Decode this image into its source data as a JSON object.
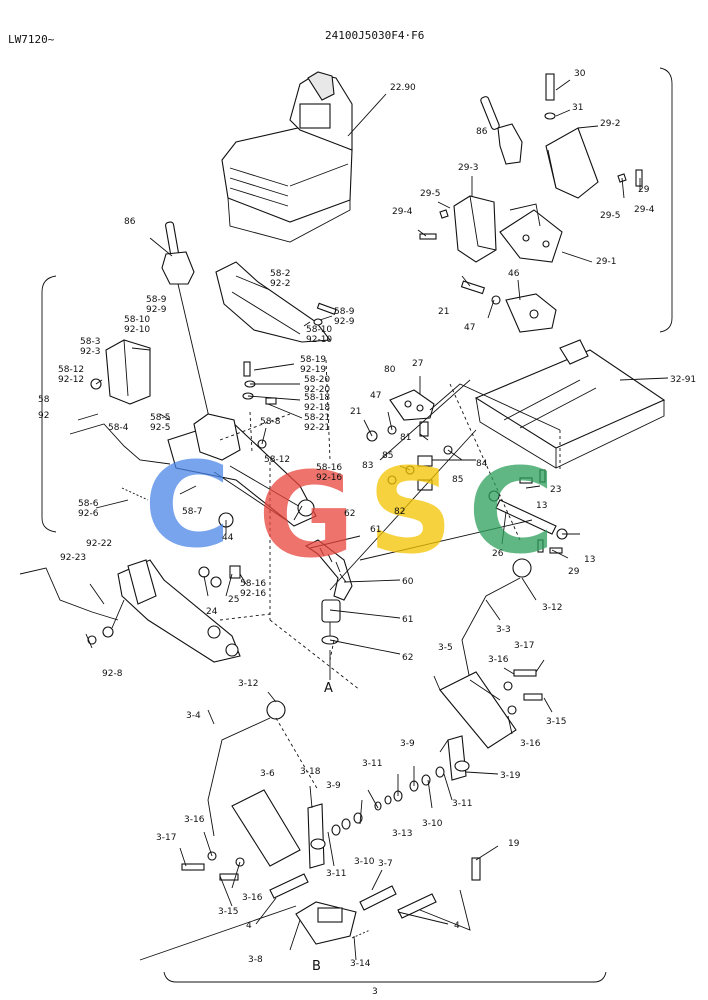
{
  "header": {
    "model": "LW7120~",
    "drawing_no": "24100J5030F4·F6"
  },
  "watermark": {
    "letters": [
      "C",
      "G",
      "S",
      "C"
    ],
    "colors": [
      "#4a86e8",
      "#e8453c",
      "#f5c400",
      "#2da05a"
    ]
  },
  "callouts": {
    "seat": "22.90",
    "lever_right": "86",
    "bolt_30": "30",
    "washer_31": "31",
    "cover_29_2": "29-2",
    "cover_29_3": "29-3",
    "screw_29_5a": "29-5",
    "screw_29_5b": "29-5",
    "bolt_29_4a": "29-4",
    "bolt_29_4b": "29-4",
    "group_29": "29",
    "plate_29_1": "29-1",
    "bolt_21a": "21",
    "washer_47a": "47",
    "bracket_46": "46",
    "lever_left": "86",
    "boot_58_2": "58-2",
    "boot_92_2": "92-2",
    "p58_9a": "58-9",
    "p92_9a": "92-9",
    "p58_10a": "58-10",
    "p92_10a": "92-10",
    "p58_9b": "58-9",
    "p92_9b": "92-9",
    "p58_10b": "58-10",
    "p92_10b": "92-10",
    "p58_3": "58-3",
    "p92_3": "92-3",
    "p58_12a": "58-12",
    "p92_12a": "92-12",
    "group_58": "58",
    "group_92": "92",
    "p58_19": "58-19",
    "p92_19": "92-19",
    "p58_20": "58-20",
    "p92_20": "92-20",
    "p58_18": "58-18",
    "p92_18": "92-18",
    "p58_21": "58-21",
    "p92_21": "92-21",
    "p58_8": "58-8",
    "p58_5": "58-5",
    "p92_5": "92-5",
    "p58_4": "58-4",
    "p58_12b": "58-12",
    "p58_16a": "58-16",
    "p92_16a": "92-16",
    "p58_6": "58-6",
    "p92_6": "92-6",
    "p58_7": "58-7",
    "p44": "44",
    "p62a": "62",
    "p61a": "61",
    "p92_22": "92-22",
    "p92_23": "92-23",
    "p24": "24",
    "p25": "25",
    "p58_16b": "58-16",
    "p92_16b": "92-16",
    "p92_8": "92-8",
    "p60": "60",
    "p61b": "61",
    "p62b": "62",
    "marker_a": "A",
    "p80": "80",
    "p27": "27",
    "p47b": "47",
    "p21b": "21",
    "p81": "81",
    "p85a": "85",
    "p83": "83",
    "p85b": "85",
    "p84": "84",
    "p82": "82",
    "p32_91": "32-91",
    "p23": "23",
    "p13a": "13",
    "p26": "26",
    "p13b": "13",
    "p29": "29",
    "p3_12a": "3-12",
    "p3_3": "3-3",
    "p3_17a": "3-17",
    "p3_16a": "3-16",
    "p3_5": "3-5",
    "p3_15a": "3-15",
    "p3_16b": "3-16",
    "p3_12b": "3-12",
    "p3_4": "3-4",
    "p3_9a": "3-9",
    "p3_11a": "3-11",
    "p3_19": "3-19",
    "p3_6": "3-6",
    "p3_18": "3-18",
    "p3_9b": "3-9",
    "p3_11b": "3-11",
    "p3_13": "3-13",
    "p3_10a": "3-10",
    "p3_10b": "3-10",
    "p3_11c": "3-11",
    "p3_17b": "3-17",
    "p3_16c": "3-16",
    "p3_16d": "3-16",
    "p3_15b": "3-15",
    "p3_7": "3-7",
    "p19": "19",
    "p4a": "4",
    "p4b": "4",
    "p3_8": "3-8",
    "marker_b": "B",
    "p3_14": "3-14",
    "group_3": "3"
  }
}
